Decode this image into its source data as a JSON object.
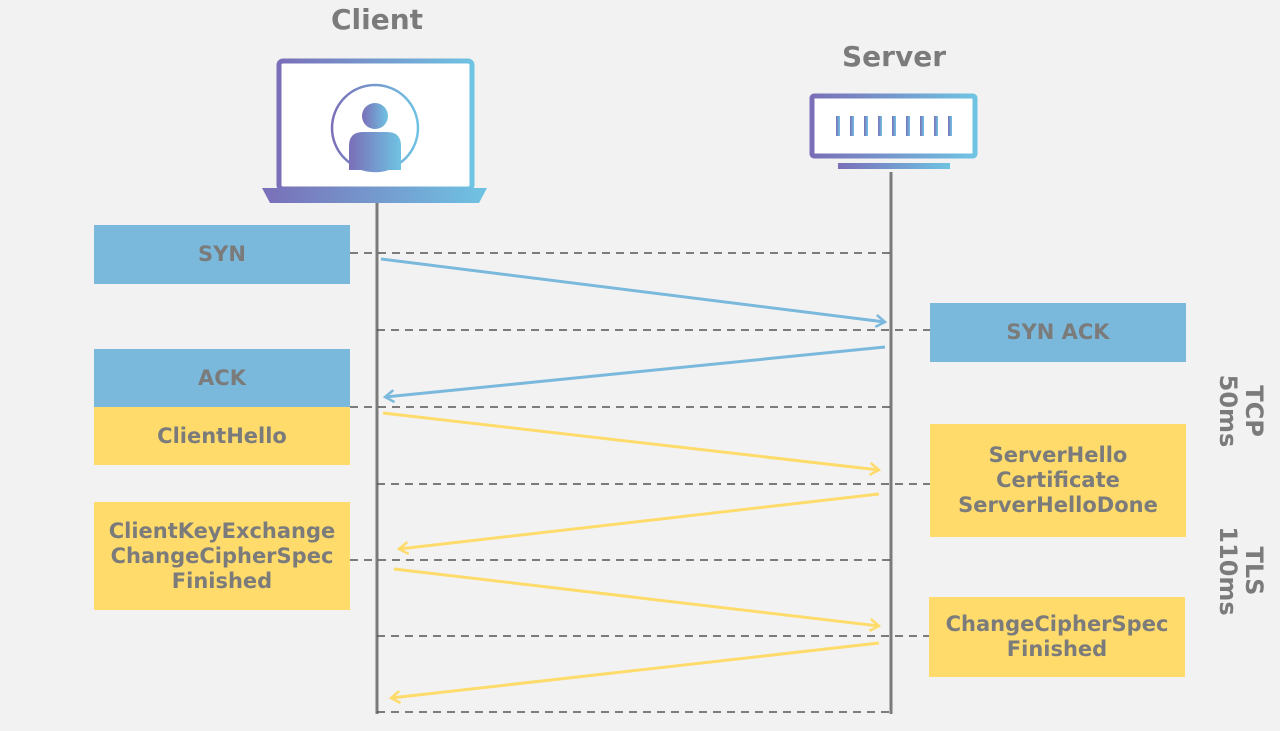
{
  "actors": {
    "client_label": "Client",
    "server_label": "Server"
  },
  "messages": {
    "syn": "SYN",
    "syn_ack": "SYN ACK",
    "ack": "ACK",
    "client_hello": "ClientHello",
    "server_hello": [
      "ServerHello",
      "Certificate",
      "ServerHelloDone"
    ],
    "client_key": [
      "ClientKeyExchange",
      "ChangeCipherSpec",
      "Finished"
    ],
    "server_finish": [
      "ChangeCipherSpec",
      "Finished"
    ]
  },
  "phases": {
    "tcp": {
      "name": "TCP",
      "duration": "50ms"
    },
    "tls": {
      "name": "TLS",
      "duration": "110ms"
    }
  },
  "colors": {
    "tcp": "#7ab9dc",
    "tls": "#fedb6b",
    "lifeline": "#7b7b7b",
    "gradient_start": "#7a6fb8",
    "gradient_end": "#6fc3e3",
    "text": "#7b7b7b"
  },
  "icons": {
    "client": "laptop-user-icon",
    "server": "server-rack-icon"
  }
}
